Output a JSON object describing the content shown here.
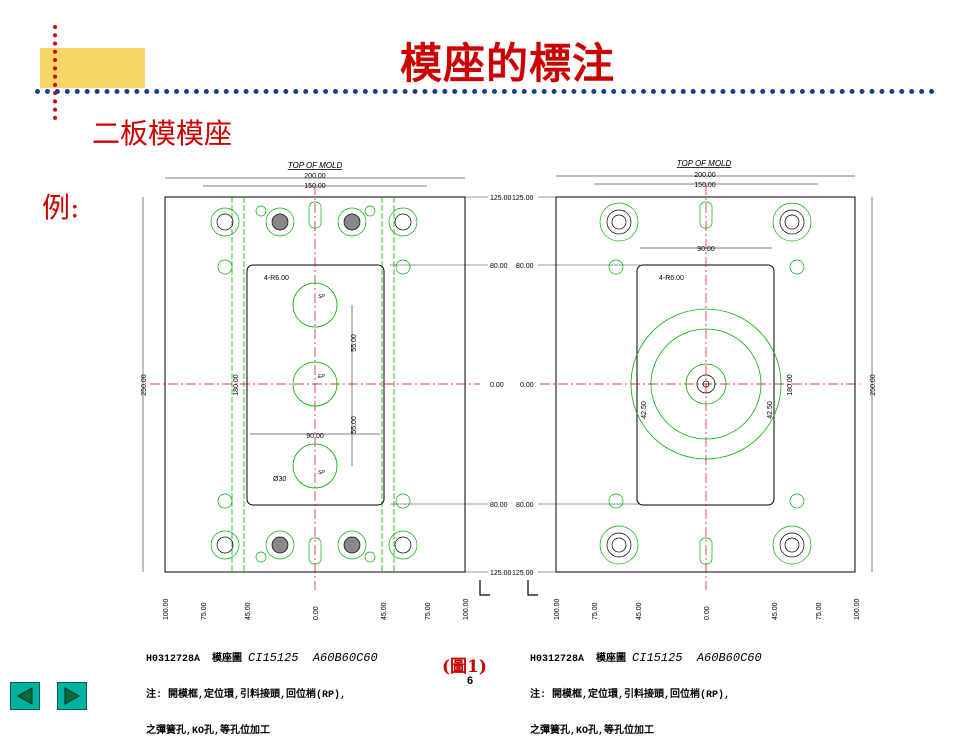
{
  "slide": {
    "title": "模座的標注",
    "subtitle": "二板模模座",
    "example_label": "例:",
    "figure_caption": "(圖1)",
    "page_number": "6"
  },
  "drawings": [
    {
      "view_title": "TOP OF MOLD",
      "dim_top_1": "200.00",
      "dim_top_2": "150.00",
      "dim_side_left": "250.00",
      "dim_side_inner": "180.00",
      "dim_spacing_1": "55.00",
      "dim_spacing_2": "55.00",
      "dim_pocket_width": "90.00",
      "corner_radius": "4-R6.00",
      "hole_dia": "Ø30",
      "y_labels": [
        "125.00",
        "80.00",
        "0.00",
        "80.00",
        "125.00"
      ],
      "x_labels": [
        "100.00",
        "75.00",
        "45.00",
        "0.00",
        "45.00",
        "75.00",
        "100.00"
      ],
      "hole_tags": [
        "SP",
        "EP",
        "SP"
      ],
      "part_number": "H0312728A",
      "drawing_label": "模座圖",
      "model_code": "CI15125  A60B60C60",
      "note_line_1": "注: 開模框,定位環,引料接頭,回位梢(RP),",
      "note_line_2": "之彈簧孔,KO孔,等孔位加工"
    },
    {
      "view_title": "TOP OF MOLD",
      "dim_top_1": "200.00",
      "dim_top_2": "150.00",
      "dim_side_right": "250.00",
      "dim_side_inner": "180.00",
      "dim_pocket_width": "90.00",
      "corner_radius": "4-R6.00",
      "dim_radius_left": "42.50",
      "dim_radius_right": "42.50",
      "y_labels": [
        "125.00",
        "80.00",
        "0.00",
        "80.00",
        "125.00"
      ],
      "x_labels": [
        "100.00",
        "75.00",
        "45.00",
        "0.00",
        "45.00",
        "75.00",
        "100.00"
      ],
      "part_number": "H0312728A",
      "drawing_label": "模座圖",
      "model_code": "CI15125  A60B60C60",
      "note_line_1": "注: 開模框,定位環,引料接頭,回位梢(RP),",
      "note_line_2": "之彈簧孔,KO孔,等孔位加工"
    }
  ],
  "navigation": {
    "prev_icon": "triangle-left-icon",
    "next_icon": "triangle-right-icon"
  },
  "colors": {
    "title_red": "#cc0000",
    "accent_yellow": "#f5d565",
    "dotted_blue": "#1a3e8c",
    "cad_green": "#00b000",
    "cad_red": "#d00000",
    "nav_teal": "#00b0a0"
  }
}
